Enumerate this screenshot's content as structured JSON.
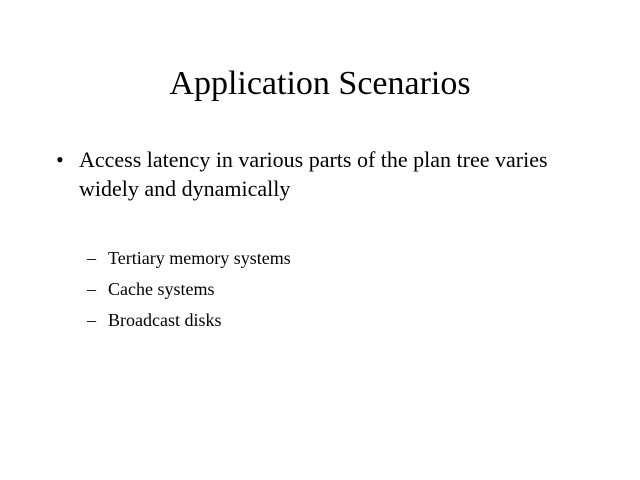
{
  "slide": {
    "title": "Application Scenarios",
    "bullets": [
      {
        "marker": "•",
        "text": "Access latency in various parts of the plan tree varies widely and dynamically",
        "subitems": [
          {
            "marker": "–",
            "text": "Tertiary memory systems"
          },
          {
            "marker": "–",
            "text": "Cache systems"
          },
          {
            "marker": "–",
            "text": "Broadcast disks"
          }
        ]
      }
    ]
  }
}
